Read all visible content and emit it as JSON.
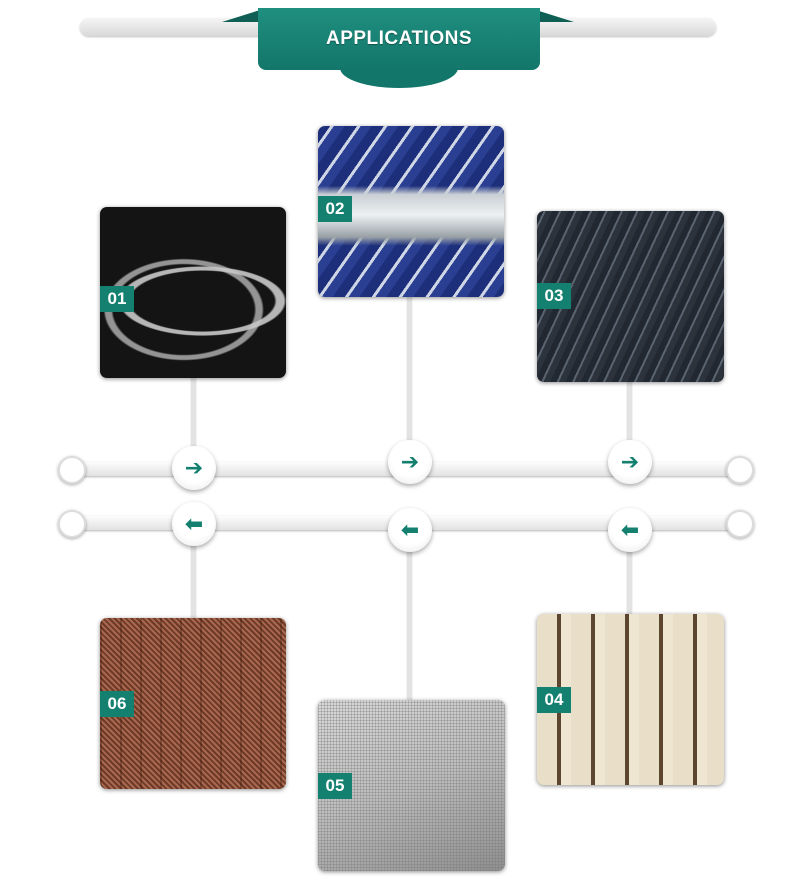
{
  "header": {
    "title": "APPLICATIONS"
  },
  "timeline": {
    "forward_arrow": "➔",
    "back_arrow": "⬅"
  },
  "applications": [
    {
      "number": "01",
      "image": "braided-stainless-hose-photo"
    },
    {
      "number": "02",
      "image": "suction-hose-coupling-photo"
    },
    {
      "number": "03",
      "image": "armored-cable-photo"
    },
    {
      "number": "04",
      "image": "metal-zippers-photo"
    },
    {
      "number": "05",
      "image": "wire-mesh-roll-photo"
    },
    {
      "number": "06",
      "image": "metal-mesh-curtain-photo"
    }
  ],
  "colors": {
    "accent": "#14806f",
    "banner_dark": "#0f5f55",
    "bar_light": "#e3e3e3"
  }
}
